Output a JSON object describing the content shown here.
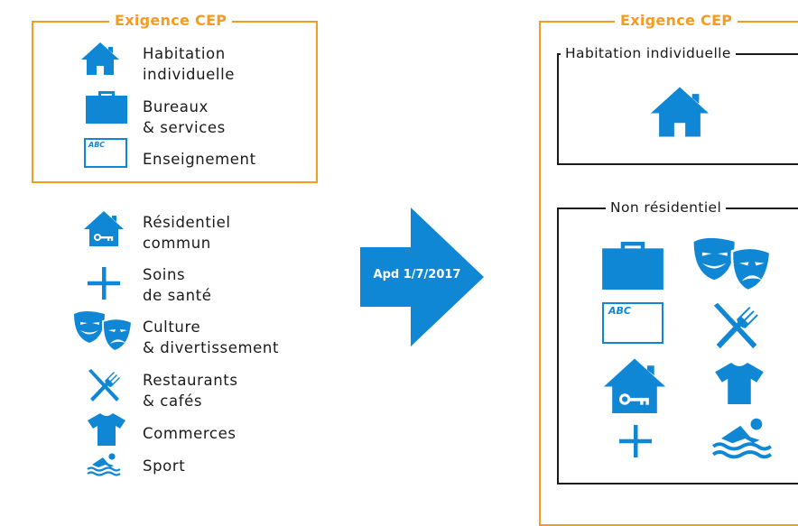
{
  "colors": {
    "accent": "#f39c1f",
    "icon": "#0f87d4",
    "text": "#1a1a1a"
  },
  "left": {
    "frame_title": "Exigence CEP",
    "framed_items": [
      {
        "icon": "house-icon",
        "line1": "Habitation",
        "line2": "individuelle"
      },
      {
        "icon": "briefcase-icon",
        "line1": "Bureaux",
        "line2": "& services"
      },
      {
        "icon": "blackboard-icon",
        "line1": "Enseignement",
        "board_text": "ABC"
      }
    ],
    "other_items": [
      {
        "icon": "house-key-icon",
        "line1": "Résidentiel",
        "line2": "commun"
      },
      {
        "icon": "plus-icon",
        "line1": "Soins",
        "line2": "de santé"
      },
      {
        "icon": "theater-masks-icon",
        "line1": "Culture",
        "line2": "& divertissement"
      },
      {
        "icon": "fork-knife-icon",
        "line1": "Restaurants",
        "line2": "& cafés"
      },
      {
        "icon": "tshirt-icon",
        "line1": "Commerces"
      },
      {
        "icon": "swimmer-icon",
        "line1": "Sport"
      }
    ]
  },
  "arrow": {
    "label": "Apd 1/7/2017"
  },
  "right": {
    "frame_title": "Exigence CEP",
    "habitation": {
      "title": "Habitation individuelle"
    },
    "non_residentiel": {
      "title": "Non résidentiel",
      "board_text": "ABC"
    }
  }
}
